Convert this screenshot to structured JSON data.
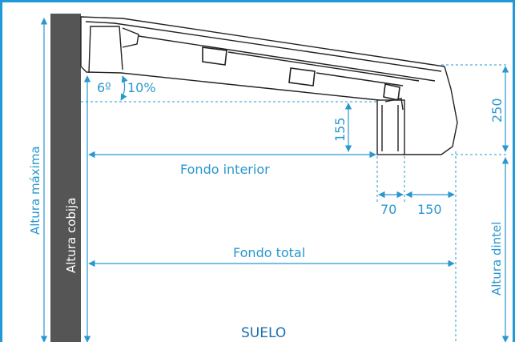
{
  "labels": {
    "angle_low": "6º",
    "angle_high": "10%",
    "depth_155": "155",
    "depth_250": "250",
    "fondo_interior": "Fondo interior",
    "width_70": "70",
    "width_150": "150",
    "fondo_total": "Fondo total",
    "floor": "SUELO",
    "altura_maxima": "Altura máxima",
    "altura_cobija": "Altura cobija",
    "altura_dintel": "Altura dintel"
  },
  "colors": {
    "frame": "#1e9ad6",
    "dimension": "#2a97cf",
    "wall": "#555555",
    "awning": "#222222"
  }
}
